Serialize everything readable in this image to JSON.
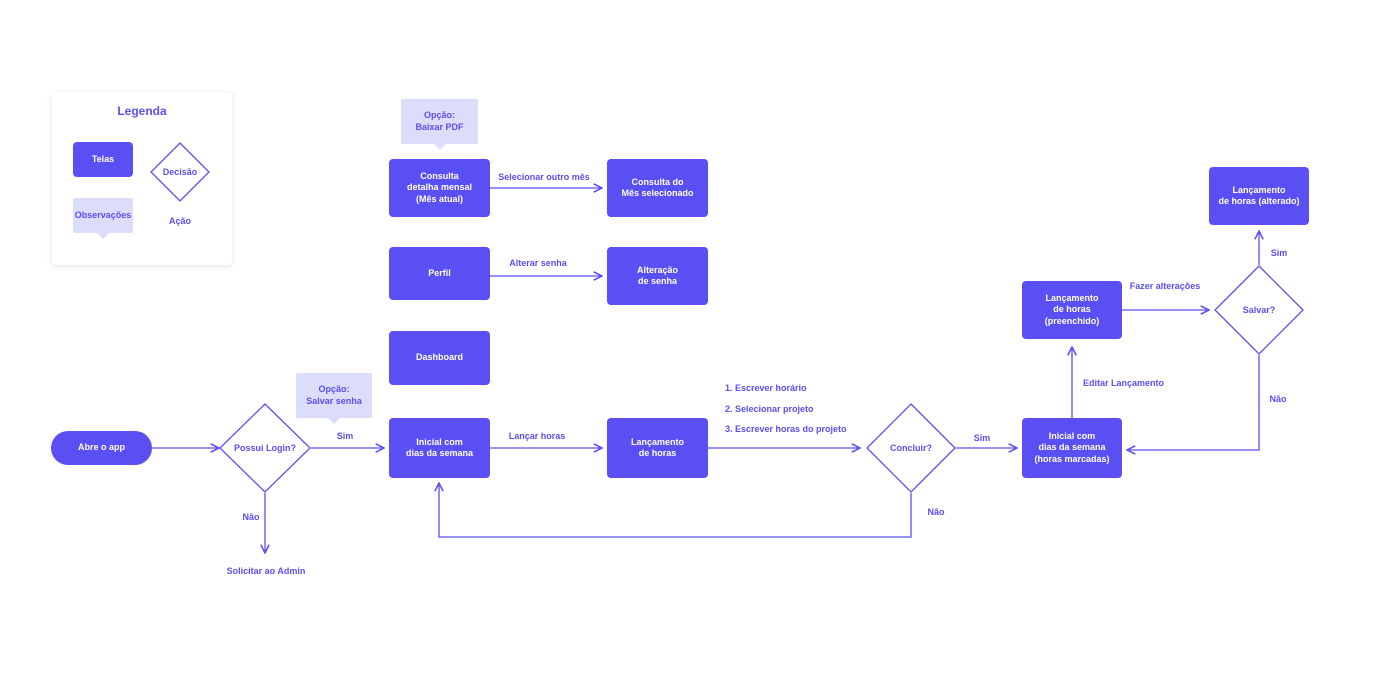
{
  "colors": {
    "primary": "#5a4ff2",
    "note_bg": "#dcdcfb",
    "background": "#ffffff"
  },
  "legend": {
    "title": "Legenda",
    "screens": "Telas",
    "decision": "Decisão",
    "notes": "Observações",
    "action": "Ação"
  },
  "nodes": {
    "start": "Abre o app",
    "has_login": "Possui Login?",
    "request_admin": "Solicitar ao Admin",
    "initial": "Inicial com\ndias da semana",
    "dashboard": "Dashboard",
    "profile": "Perfil",
    "monthly": "Consulta\ndetalha mensal\n(Mês atual)",
    "selected_month": "Consulta do\nMês selecionado",
    "change_password": "Alteração\nde senha",
    "hours_entry": "Lançamento\nde horas",
    "conclude": "Concluir?",
    "initial_marked": "Inicial com\ndias da semana\n(horas marcadas)",
    "entry_filled": "Lançamento\nde horas (preenchido)",
    "save": "Salvar?",
    "entry_changed": "Lançamento\nde horas (alterado)"
  },
  "notes": {
    "save_password": "Opção:\nSalvar senha",
    "download_pdf": "Opção:\nBaixar PDF"
  },
  "edges": {
    "login_yes": "Sim",
    "login_no": "Não",
    "launch_hours": "Lançar horas",
    "change_password": "Alterar senha",
    "select_month": "Selecionar outro mês",
    "conclude_yes": "Sim",
    "conclude_no": "Não",
    "edit_entry": "Editar Lançamento",
    "make_changes": "Fazer alterações",
    "save_yes": "Sim",
    "save_no": "Não"
  },
  "steps": [
    "1. Escrever horário",
    "2. Selecionar projeto",
    "3. Escrever horas do projeto"
  ]
}
